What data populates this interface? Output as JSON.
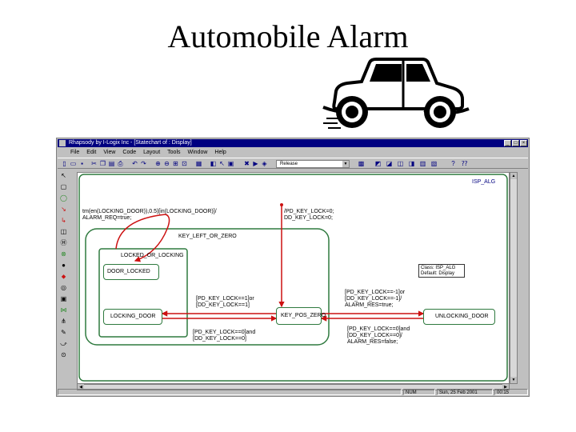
{
  "slide": {
    "title": "Automobile Alarm"
  },
  "window": {
    "title": "Rhapsody by I-Logix Inc - [Statechart of : Display]",
    "menu": [
      "File",
      "Edit",
      "View",
      "Code",
      "Layout",
      "Tools",
      "Window",
      "Help"
    ],
    "combo_value": "Release",
    "status": {
      "mode": "NUM",
      "date": "Sun, 25 Feb 2001",
      "time": "00:15"
    }
  },
  "diagram": {
    "top_label": "ISP_ALG",
    "entry_action": "tm(en(LOCKING_DOOR)),0.5)[in(LOCKING_DOOR)]/\nALARM_REQ=true;",
    "init_action": "/PD_KEY_LOCK=0;\nDD_KEY_LOCK=0;",
    "states": {
      "key_left_or_zero": "KEY_LEFT_OR_ZERO",
      "locked_or_locking": "LOCKED_OR_LOCKING",
      "door_locked": "DOOR_LOCKED",
      "locking_door": "LOCKING_DOOR",
      "key_pos_zero": "KEY_POS_ZERO",
      "unlocking_door": "UNLOCKING_DOOR"
    },
    "transitions": {
      "t_locking_to_zero": "[PD_KEY_LOCK==1]or\n[DD_KEY_LOCK==1]",
      "t_zero_to_locking": "[PD_KEY_LOCK==0]and\n[DD_KEY_LOCK==0]",
      "t_zero_to_unlocking": "[PD_KEY_LOCK==-1]or\n[DD_KEY_LOCK==-1]/\nALARM_RES=true;",
      "t_unlocking_to_zero": "[PD_KEY_LOCK==0]and\n[DD_KEY_LOCK==0]/\nALARM_RES=false;"
    },
    "note": "Class: ISP_ALG\nDefault: Display"
  },
  "colors": {
    "transition": "#cc1111",
    "state_border": "#2f7a3f",
    "titlebar": "#000080"
  }
}
